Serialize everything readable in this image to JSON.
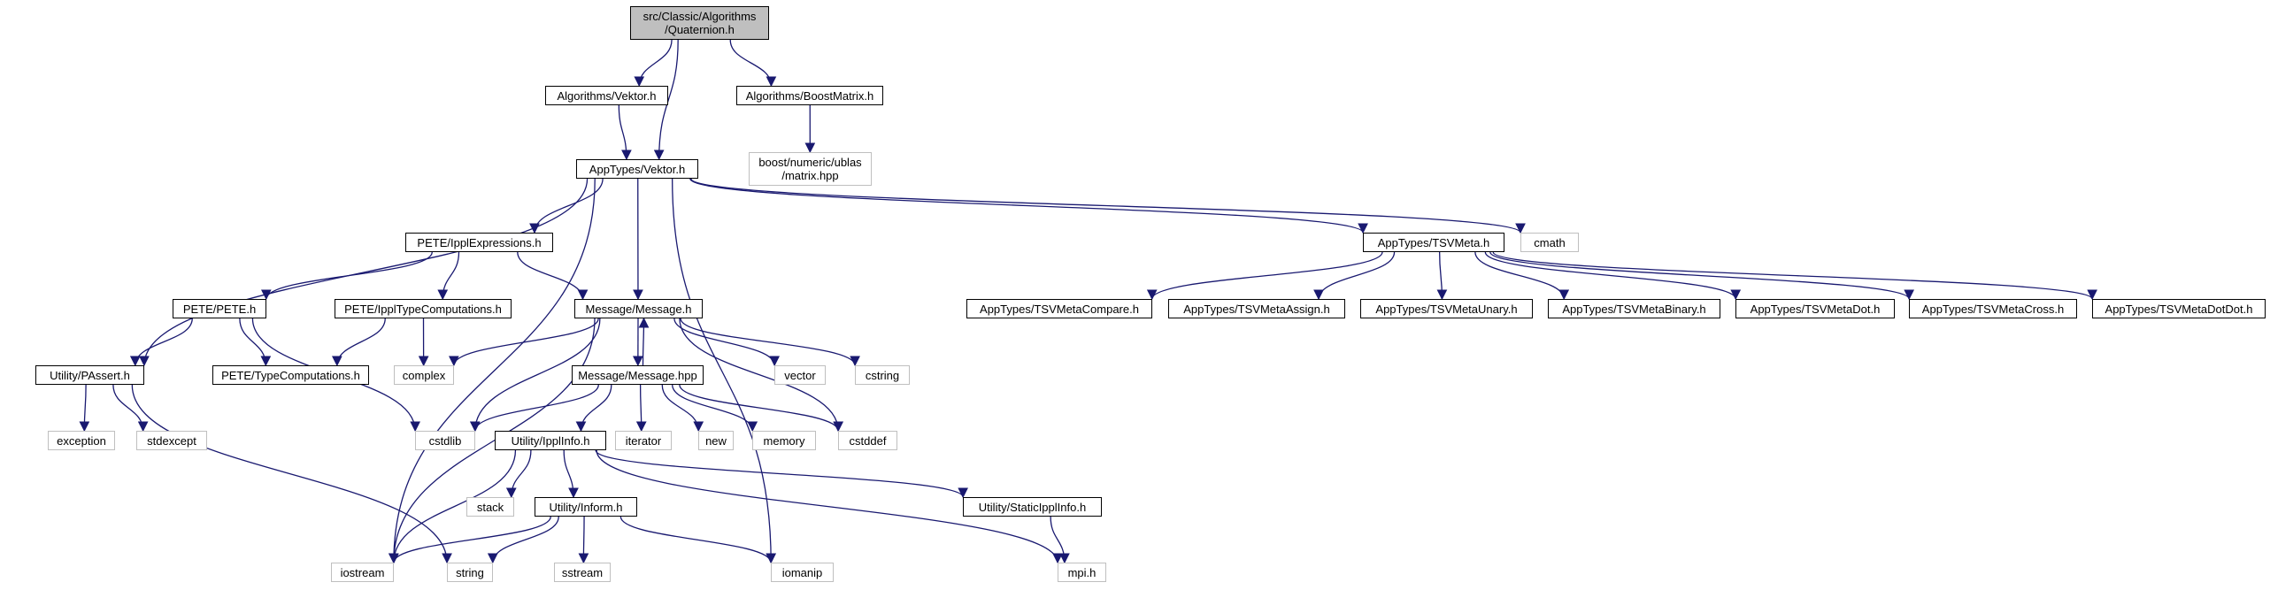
{
  "nodes": [
    {
      "id": "root",
      "label": "src/Classic/Algorithms\n/Quaternion.h",
      "kind": "root"
    },
    {
      "id": "alg_vektor",
      "label": "Algorithms/Vektor.h",
      "kind": "user"
    },
    {
      "id": "boostmatrix",
      "label": "Algorithms/BoostMatrix.h",
      "kind": "user"
    },
    {
      "id": "ublas",
      "label": "boost/numeric/ublas\n/matrix.hpp",
      "kind": "system"
    },
    {
      "id": "app_vektor",
      "label": "AppTypes/Vektor.h",
      "kind": "user"
    },
    {
      "id": "ipplexpr",
      "label": "PETE/IpplExpressions.h",
      "kind": "user"
    },
    {
      "id": "tsvmeta",
      "label": "AppTypes/TSVMeta.h",
      "kind": "user"
    },
    {
      "id": "cmath",
      "label": "cmath",
      "kind": "system"
    },
    {
      "id": "pete",
      "label": "PETE/PETE.h",
      "kind": "user"
    },
    {
      "id": "ippltypecomp",
      "label": "PETE/IpplTypeComputations.h",
      "kind": "user"
    },
    {
      "id": "message_h",
      "label": "Message/Message.h",
      "kind": "user"
    },
    {
      "id": "tsv_compare",
      "label": "AppTypes/TSVMetaCompare.h",
      "kind": "user"
    },
    {
      "id": "tsv_assign",
      "label": "AppTypes/TSVMetaAssign.h",
      "kind": "user"
    },
    {
      "id": "tsv_unary",
      "label": "AppTypes/TSVMetaUnary.h",
      "kind": "user"
    },
    {
      "id": "tsv_binary",
      "label": "AppTypes/TSVMetaBinary.h",
      "kind": "user"
    },
    {
      "id": "tsv_dot",
      "label": "AppTypes/TSVMetaDot.h",
      "kind": "user"
    },
    {
      "id": "tsv_cross",
      "label": "AppTypes/TSVMetaCross.h",
      "kind": "user"
    },
    {
      "id": "tsv_dotdot",
      "label": "AppTypes/TSVMetaDotDot.h",
      "kind": "user"
    },
    {
      "id": "passert",
      "label": "Utility/PAssert.h",
      "kind": "user"
    },
    {
      "id": "typecomp",
      "label": "PETE/TypeComputations.h",
      "kind": "user"
    },
    {
      "id": "complex",
      "label": "complex",
      "kind": "system"
    },
    {
      "id": "message_hpp",
      "label": "Message/Message.hpp",
      "kind": "user"
    },
    {
      "id": "vector",
      "label": "vector",
      "kind": "system"
    },
    {
      "id": "cstring",
      "label": "cstring",
      "kind": "system"
    },
    {
      "id": "exception",
      "label": "exception",
      "kind": "system"
    },
    {
      "id": "stdexcept",
      "label": "stdexcept",
      "kind": "system"
    },
    {
      "id": "cstdlib",
      "label": "cstdlib",
      "kind": "system"
    },
    {
      "id": "ipplinfo",
      "label": "Utility/IpplInfo.h",
      "kind": "user"
    },
    {
      "id": "iterator",
      "label": "iterator",
      "kind": "system"
    },
    {
      "id": "new",
      "label": "new",
      "kind": "system"
    },
    {
      "id": "memory",
      "label": "memory",
      "kind": "system"
    },
    {
      "id": "cstddef",
      "label": "cstddef",
      "kind": "system"
    },
    {
      "id": "stack",
      "label": "stack",
      "kind": "system"
    },
    {
      "id": "inform",
      "label": "Utility/Inform.h",
      "kind": "user"
    },
    {
      "id": "staticippl",
      "label": "Utility/StaticIpplInfo.h",
      "kind": "user"
    },
    {
      "id": "iostream",
      "label": "iostream",
      "kind": "system"
    },
    {
      "id": "string",
      "label": "string",
      "kind": "system"
    },
    {
      "id": "sstream",
      "label": "sstream",
      "kind": "system"
    },
    {
      "id": "iomanip",
      "label": "iomanip",
      "kind": "system"
    },
    {
      "id": "mpi",
      "label": "mpi.h",
      "kind": "system"
    }
  ],
  "edges": [
    [
      "root",
      "alg_vektor"
    ],
    [
      "root",
      "app_vektor"
    ],
    [
      "root",
      "boostmatrix"
    ],
    [
      "alg_vektor",
      "app_vektor"
    ],
    [
      "boostmatrix",
      "ublas"
    ],
    [
      "app_vektor",
      "ipplexpr"
    ],
    [
      "app_vektor",
      "message_h"
    ],
    [
      "app_vektor",
      "passert"
    ],
    [
      "app_vektor",
      "tsvmeta"
    ],
    [
      "app_vektor",
      "cmath"
    ],
    [
      "app_vektor",
      "iostream"
    ],
    [
      "app_vektor",
      "iomanip"
    ],
    [
      "ipplexpr",
      "pete"
    ],
    [
      "ipplexpr",
      "ippltypecomp"
    ],
    [
      "ipplexpr",
      "message_h"
    ],
    [
      "pete",
      "passert"
    ],
    [
      "pete",
      "typecomp"
    ],
    [
      "pete",
      "cstdlib"
    ],
    [
      "ippltypecomp",
      "typecomp"
    ],
    [
      "ippltypecomp",
      "complex"
    ],
    [
      "tsvmeta",
      "tsv_compare"
    ],
    [
      "tsvmeta",
      "tsv_assign"
    ],
    [
      "tsvmeta",
      "tsv_unary"
    ],
    [
      "tsvmeta",
      "tsv_binary"
    ],
    [
      "tsvmeta",
      "tsv_dot"
    ],
    [
      "tsvmeta",
      "tsv_cross"
    ],
    [
      "tsvmeta",
      "tsv_dotdot"
    ],
    [
      "message_h",
      "complex"
    ],
    [
      "message_h",
      "message_hpp"
    ],
    [
      "message_h",
      "vector"
    ],
    [
      "message_h",
      "cstring"
    ],
    [
      "message_h",
      "cstdlib"
    ],
    [
      "message_h",
      "cstddef"
    ],
    [
      "message_h",
      "iostream"
    ],
    [
      "message_hpp",
      "message_h"
    ],
    [
      "message_hpp",
      "cstdlib"
    ],
    [
      "message_hpp",
      "ipplinfo"
    ],
    [
      "message_hpp",
      "iterator"
    ],
    [
      "message_hpp",
      "new"
    ],
    [
      "message_hpp",
      "memory"
    ],
    [
      "message_hpp",
      "cstddef"
    ],
    [
      "passert",
      "exception"
    ],
    [
      "passert",
      "stdexcept"
    ],
    [
      "passert",
      "string"
    ],
    [
      "ipplinfo",
      "iostream"
    ],
    [
      "ipplinfo",
      "stack"
    ],
    [
      "ipplinfo",
      "inform"
    ],
    [
      "ipplinfo",
      "staticippl"
    ],
    [
      "ipplinfo",
      "mpi"
    ],
    [
      "inform",
      "iostream"
    ],
    [
      "inform",
      "string"
    ],
    [
      "inform",
      "sstream"
    ],
    [
      "inform",
      "iomanip"
    ],
    [
      "staticippl",
      "mpi"
    ]
  ],
  "colors": {
    "edge": "#191970",
    "root_fill": "#bfbfbf",
    "user_border": "#000000",
    "system_border": "#bfbfbf"
  }
}
